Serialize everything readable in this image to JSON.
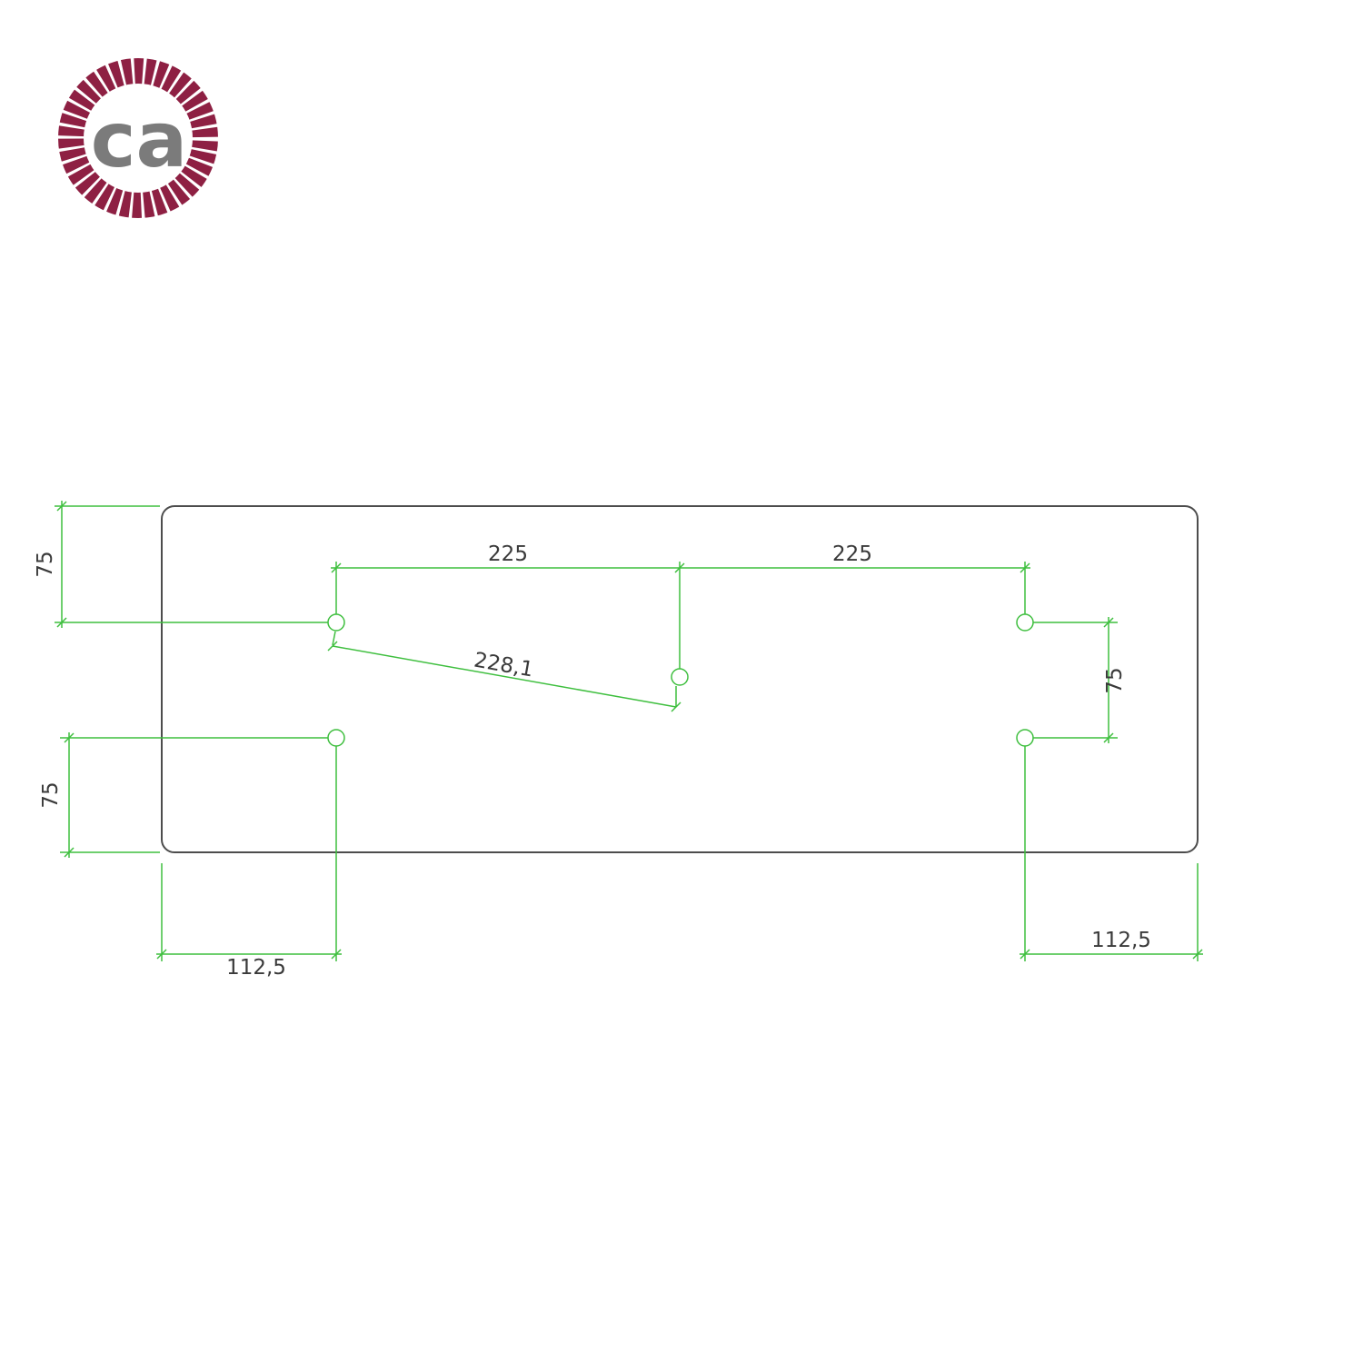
{
  "logo": {
    "text": "ca",
    "ring_color": "#8e2043",
    "text_color": "#7b7b7b"
  },
  "drawing": {
    "colors": {
      "dimension": "#3fbf3f",
      "outline": "#4d4d4d",
      "label": "#3a3a3a"
    },
    "labels": {
      "left_top_height": "75",
      "top_left_span": "225",
      "top_right_span": "225",
      "diagonal_span": "228,1",
      "right_height": "75",
      "left_bottom_height": "75",
      "bottom_left_offset": "112,5",
      "bottom_right_offset": "112,5"
    }
  }
}
